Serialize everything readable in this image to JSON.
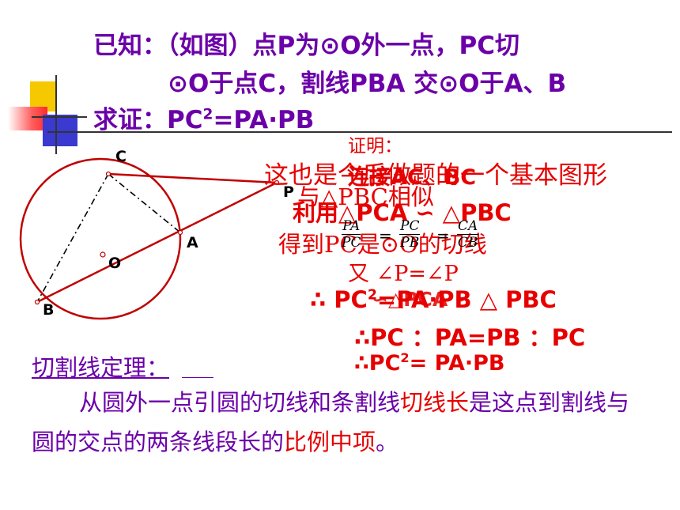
{
  "given": {
    "line1": "已知：（如图）点P为⊙O外一点，PC切",
    "line2": "⊙O于点C，割线PBA 交⊙O于A、B",
    "prove_prefix": "求证：PC",
    "prove_sup": "2",
    "prove_suffix": "=PA·PB"
  },
  "diagram": {
    "labels": {
      "C": "C",
      "P": "P",
      "A": "A",
      "O": "O",
      "B": "B"
    },
    "colors": {
      "circle": "#c00000",
      "line": "#c00000",
      "dash": "#000000"
    }
  },
  "proof": {
    "heading": "证明：",
    "overlay_red_1": "这也是今后做题的一个基本图形",
    "overlay_red_2": "利用△PCA ∽ △PBC",
    "overlay_red_3": "得到PC是⊙O的切线",
    "overlay_red_4": "与△PBC相似",
    "overlay_red_5": "连接AC、BC",
    "frac1_num": "PA",
    "frac1_den": "PC",
    "frac2_num": "PC",
    "frac2_den": "PB",
    "frac3_num": "CA",
    "frac3_den": "CB",
    "eq1": "=",
    "eq2": "=",
    "angle_line": "又 ∠P=∠P",
    "therefore1": "∴ PC",
    "therefore1_sup": "2",
    "therefore1_rest": "=PA·PB △ PBC",
    "therefore1_overlay": "∽△PCA ∽",
    "therefore2": "∴PC ：PA=PB ：PC",
    "therefore3_prefix": "∴PC",
    "therefore3_sup": "2",
    "therefore3_suffix": "= PA·PB"
  },
  "theorem": {
    "title": "切割线定理：",
    "body_part1": "从圆外一点引圆的切线和条割线",
    "body_red1": "切线长",
    "body_part2": "是这点到割线与圆的交点的两条线段长的",
    "body_red2": "比例中项",
    "body_end": "。"
  }
}
